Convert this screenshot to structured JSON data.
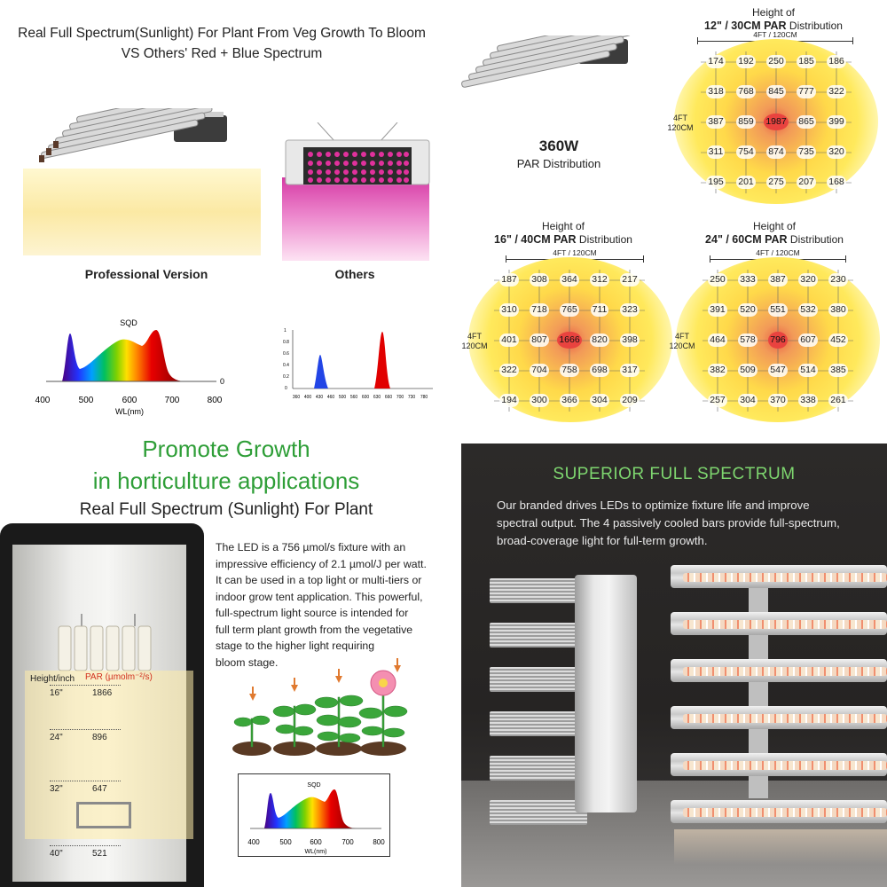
{
  "spectrum_compare": {
    "title_line1": "Real Full Spectrum(Sunlight) For Plant From Veg Growth To Bloom",
    "title_line2": "VS Others' Red + Blue Spectrum",
    "pro_label": "Professional Version",
    "others_label": "Others"
  },
  "sqd_chart": {
    "title": "SQD",
    "zero_label": "0",
    "xlabel": "WL(nm)",
    "xticks": [
      "400",
      "500",
      "600",
      "700",
      "800"
    ]
  },
  "others_chart": {
    "yticks": [
      "1",
      "0.8",
      "0.6",
      "0.4",
      "0.2",
      "0"
    ],
    "xticks": [
      "360",
      "400",
      "430",
      "460",
      "500",
      "560",
      "600",
      "630",
      "660",
      "700",
      "730",
      "780"
    ]
  },
  "par_summary": {
    "watt": "360W",
    "label": "PAR Distribution"
  },
  "par_panels": [
    {
      "height_label": "Height of",
      "height_value": "12\" / 30CM PAR",
      "dist_label": "Distribution",
      "width_label": "4FT / 120CM",
      "side_label_1": "4FT",
      "side_label_2": "120CM",
      "values": [
        [
          "174",
          "192",
          "250",
          "185",
          "186"
        ],
        [
          "318",
          "768",
          "845",
          "777",
          "322"
        ],
        [
          "387",
          "859",
          "1987",
          "865",
          "399"
        ],
        [
          "311",
          "754",
          "874",
          "735",
          "320"
        ],
        [
          "195",
          "201",
          "275",
          "207",
          "168"
        ]
      ]
    },
    {
      "height_label": "Height of",
      "height_value": "16\" / 40CM PAR",
      "dist_label": "Distribution",
      "width_label": "4FT / 120CM",
      "side_label_1": "4FT",
      "side_label_2": "120CM",
      "values": [
        [
          "187",
          "308",
          "364",
          "312",
          "217"
        ],
        [
          "310",
          "718",
          "765",
          "711",
          "323"
        ],
        [
          "401",
          "807",
          "1666",
          "820",
          "398"
        ],
        [
          "322",
          "704",
          "758",
          "698",
          "317"
        ],
        [
          "194",
          "300",
          "366",
          "304",
          "209"
        ]
      ]
    },
    {
      "height_label": "Height of",
      "height_value": "24\" / 60CM PAR",
      "dist_label": "Distribution",
      "width_label": "4FT / 120CM",
      "side_label_1": "4FT",
      "side_label_2": "120CM",
      "values": [
        [
          "250",
          "333",
          "387",
          "320",
          "230"
        ],
        [
          "391",
          "520",
          "551",
          "532",
          "380"
        ],
        [
          "464",
          "578",
          "796",
          "607",
          "452"
        ],
        [
          "382",
          "509",
          "547",
          "514",
          "385"
        ],
        [
          "257",
          "304",
          "370",
          "338",
          "261"
        ]
      ]
    }
  ],
  "growth": {
    "headline_1": "Promote Growth",
    "headline_2": "in horticulture applications",
    "subheadline": "Real Full Spectrum (Sunlight) For Plant",
    "desc_lines": [
      "The LED is a 756 µmol/s fixture with an",
      "impressive efficiency of 2.1 µmol/J per watt.",
      "It can be used in a top light or multi-tiers or",
      "indoor grow tent application. This powerful,",
      "full-spectrum light source is intended for",
      "full term plant growth from the vegetative",
      "stage to the higher light requiring",
      "bloom stage."
    ]
  },
  "tent": {
    "height_header": "Height/inch",
    "par_header": "PAR (µmolm⁻²/s)",
    "rows": [
      {
        "height": "16\"",
        "par": "1866"
      },
      {
        "height": "24\"",
        "par": "896"
      },
      {
        "height": "32\"",
        "par": "647"
      },
      {
        "height": "40\"",
        "par": "521"
      }
    ]
  },
  "small_sqd": {
    "title": "SQD",
    "xlabel": "WL(nm)",
    "xticks": [
      "400",
      "500",
      "600",
      "700",
      "800"
    ]
  },
  "superior": {
    "title": "SUPERIOR FULL SPECTRUM",
    "desc_lines": [
      "Our branded drives LEDs to optimize fixture life and improve",
      "spectral output. The 4 passively cooled bars provide full-spectrum,",
      "broad-coverage light for full-term growth."
    ]
  },
  "colors": {
    "accent_green": "#2e9e37",
    "superior_green": "#7ed66f",
    "par_red": "#d2311f"
  }
}
